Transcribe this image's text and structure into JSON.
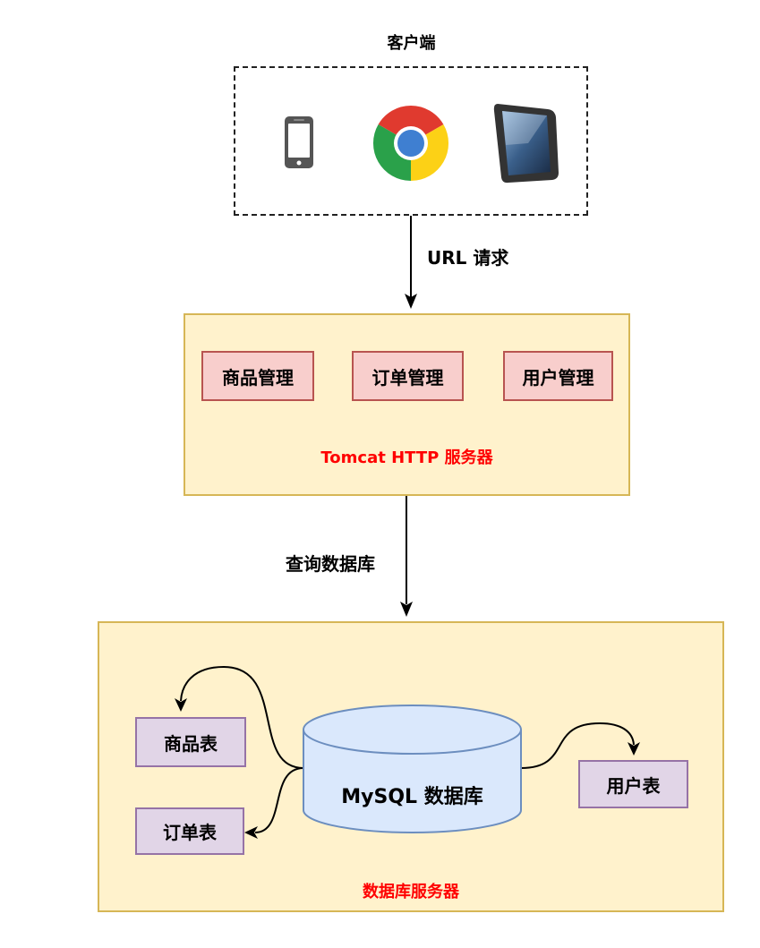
{
  "client": {
    "title": "客户端",
    "devices": [
      "mobile-phone-icon",
      "chrome-browser-icon",
      "tablet-icon"
    ]
  },
  "edges": {
    "url_request": "URL 请求",
    "query_db": "查询数据库"
  },
  "tomcat": {
    "modules": [
      "商品管理",
      "订单管理",
      "用户管理"
    ],
    "label": "Tomcat HTTP 服务器"
  },
  "db_server": {
    "db_label": "MySQL 数据库",
    "tables": [
      "商品表",
      "订单表",
      "用户表"
    ],
    "label": "数据库服务器"
  },
  "colors": {
    "server_fill": "#fff2cc",
    "server_stroke": "#d6b656",
    "module_fill": "#f8cecc",
    "module_stroke": "#b85450",
    "table_fill": "#e1d5e7",
    "table_stroke": "#9673a6",
    "db_fill": "#dae8fc",
    "db_stroke": "#6c8ebf",
    "label_red": "#ff0000"
  }
}
